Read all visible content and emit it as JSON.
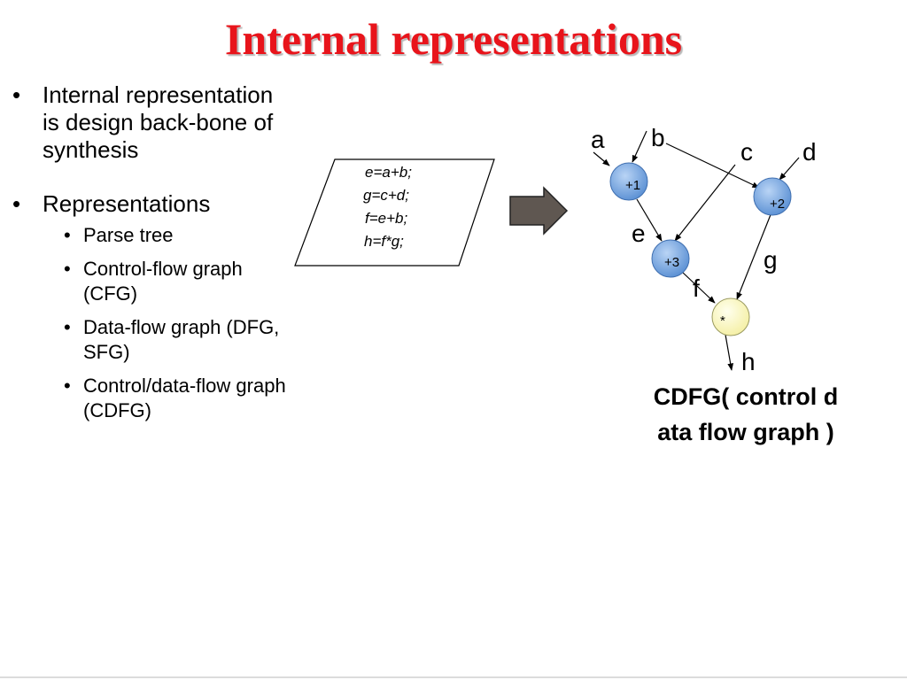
{
  "slide": {
    "title": "Internal representations",
    "bullets": [
      "Internal representation is design back-bone of synthesis",
      "Representations"
    ],
    "sub_bullets": [
      "Parse tree",
      "Control-flow graph (CFG)",
      "Data-flow graph (DFG, SFG)",
      "Control/data-flow graph (CDFG)"
    ]
  },
  "code_box": {
    "lines": [
      "e=a+b;",
      "g=c+d;",
      "f=e+b;",
      "h=f*g;"
    ]
  },
  "graph": {
    "inputs": [
      "a",
      "b",
      "c",
      "d"
    ],
    "nodes": [
      "+1",
      "+2",
      "+3",
      "*"
    ],
    "edge_labels": [
      "e",
      "g",
      "f",
      "h"
    ],
    "colors": {
      "add_node_fill": "#6a9bd8",
      "mult_node_fill": "#fdfcc8",
      "arrow_fill": "#5f5751"
    }
  },
  "caption": "CDFG( control data flow graph )"
}
